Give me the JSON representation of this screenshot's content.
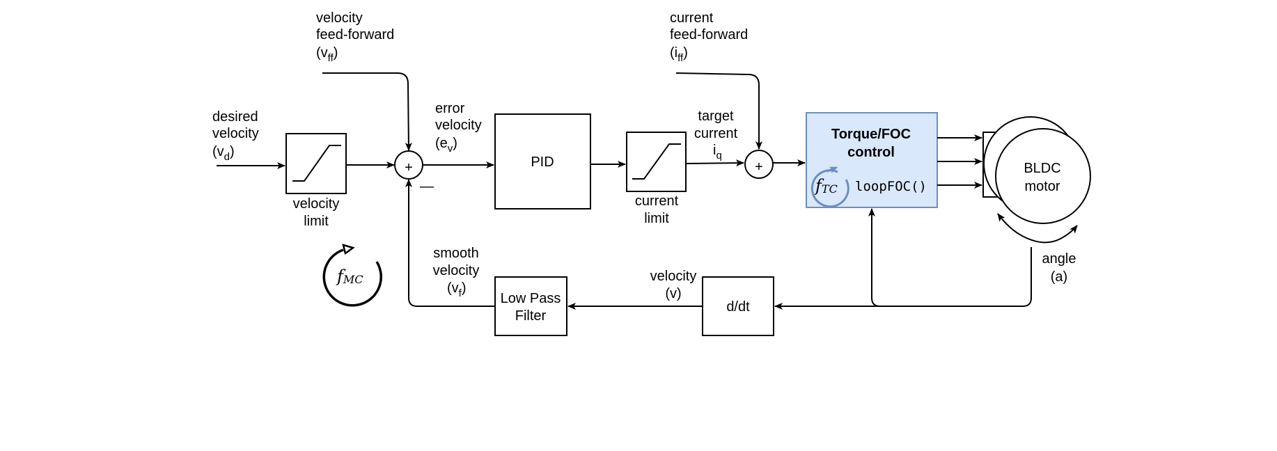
{
  "labels": {
    "desired_velocity": [
      "desired",
      "velocity",
      "(v",
      "d",
      ")"
    ],
    "velocity_ff": [
      "velocity",
      "feed-forward",
      "(v",
      "ff",
      ")"
    ],
    "error_velocity": [
      "error",
      "velocity",
      "(e",
      "v",
      ")"
    ],
    "current_ff": [
      "current",
      "feed-forward",
      "(i",
      "ff",
      ")"
    ],
    "target_current": [
      "target",
      "current",
      "i",
      "q"
    ],
    "velocity_limit": [
      "velocity",
      "limit"
    ],
    "current_limit": [
      "current",
      "limit"
    ],
    "smooth_velocity": [
      "smooth",
      "velocity",
      "(v",
      "f",
      ")"
    ],
    "velocity": [
      "velocity",
      "(v)"
    ],
    "angle": [
      "angle",
      "(a)"
    ],
    "minus": "—",
    "plus": "+"
  },
  "blocks": {
    "pid": "PID",
    "foc_title": [
      "Torque/FOC",
      "control"
    ],
    "foc_function": "loopFOC()",
    "motor": [
      "BLDC",
      "motor"
    ],
    "ddt": "d/dt",
    "lpf": [
      "Low Pass",
      "Filter"
    ]
  },
  "loops": {
    "motion": {
      "symbol": "f",
      "sub": "MC"
    },
    "torque": {
      "symbol": "f",
      "sub": "TC"
    }
  },
  "colors": {
    "foc_fill": "#dae8fc",
    "foc_stroke": "#6c8ebf"
  }
}
